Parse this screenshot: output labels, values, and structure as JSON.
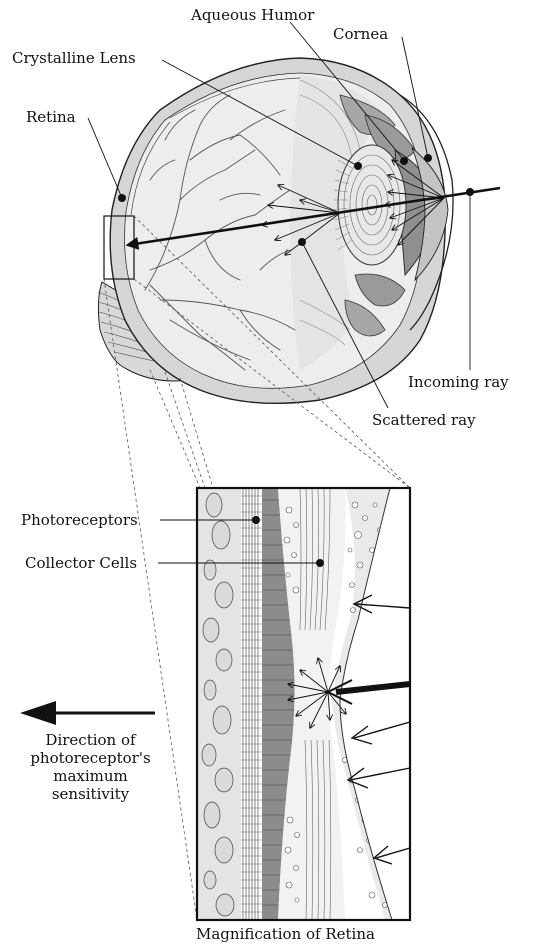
{
  "labels": {
    "aqueous_humor": "Aqueous Humor",
    "cornea": "Cornea",
    "crystalline_lens": "Crystalline Lens",
    "retina": "Retina",
    "incoming_ray": "Incoming ray",
    "scattered_ray": "Scattered ray",
    "photoreceptors": "Photoreceptors",
    "collector_cells": "Collector Cells",
    "direction_line1": "Direction of",
    "direction_line2": "photoreceptor's",
    "direction_line3": "maximum",
    "direction_line4": "sensitivity",
    "magnification_caption": "Magnification of Retina"
  },
  "colors": {
    "eye_fill": "#e2e2e2",
    "vitreous_fill": "#ececec",
    "tissue_dark": "#9a9a9a",
    "line": "#111111"
  }
}
